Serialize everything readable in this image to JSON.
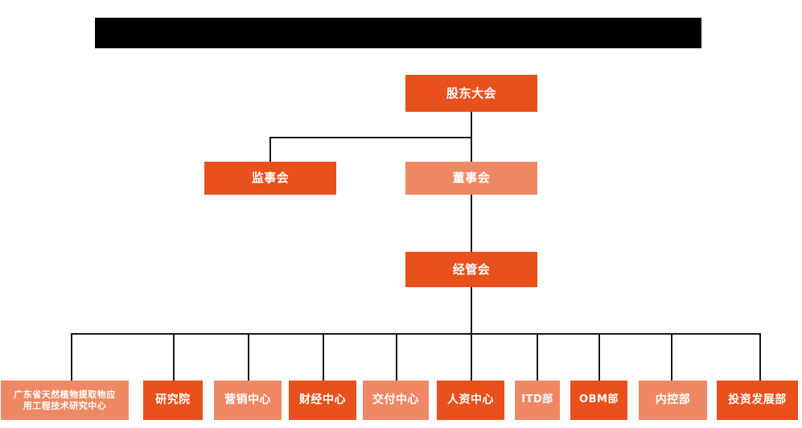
{
  "meta": {
    "background_color": "#ffffff",
    "line_color": "#1a1a1a",
    "colors": {
      "dark_orange": "#e8501c",
      "light_orange": "#ee8864",
      "redaction_black": "#000000",
      "node_text": "#ffffff"
    }
  },
  "banner": {
    "name": "redacted-title-banner",
    "text": ""
  },
  "nodes": {
    "shareholders_meeting": {
      "label": "股东大会",
      "tone": "dark"
    },
    "board_of_supervisors": {
      "label": "监事会",
      "tone": "dark"
    },
    "board_of_directors": {
      "label": "董事会",
      "tone": "light"
    },
    "management_committee": {
      "label": "经管会",
      "tone": "dark"
    }
  },
  "departments": [
    {
      "label": "广东省天然植物提取物应\n用工程技术研究中心",
      "tone": "light"
    },
    {
      "label": "研究院",
      "tone": "dark"
    },
    {
      "label": "营销中心",
      "tone": "light"
    },
    {
      "label": "财经中心",
      "tone": "dark"
    },
    {
      "label": "交付中心",
      "tone": "light"
    },
    {
      "label": "人资中心",
      "tone": "dark"
    },
    {
      "label": "ITD部",
      "tone": "light"
    },
    {
      "label": "OBM部",
      "tone": "dark"
    },
    {
      "label": "内控部",
      "tone": "light"
    },
    {
      "label": "投资发展部",
      "tone": "dark"
    }
  ]
}
